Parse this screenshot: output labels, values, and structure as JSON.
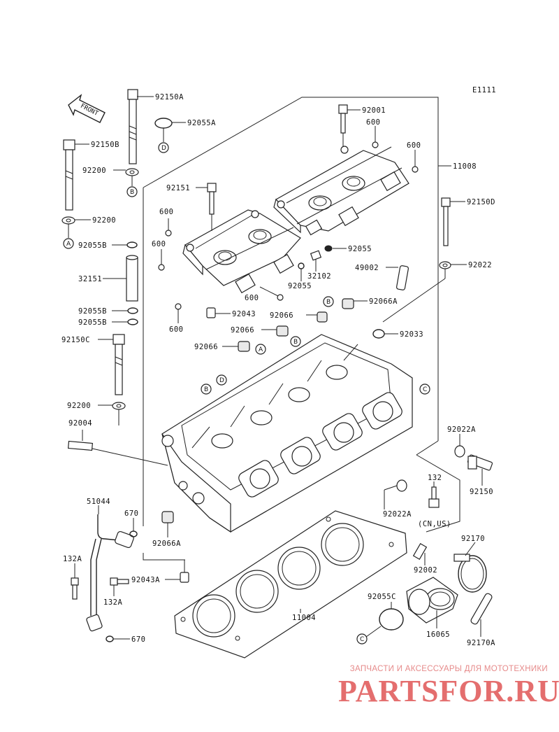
{
  "figure_code": "E1111",
  "front_label": "FRONT",
  "watermark": {
    "tagline": "ЗАПЧАСТИ И АКСЕССУАРЫ ДЛЯ МОТОТЕХНИКИ",
    "logo": "PARTSFOR.RU"
  },
  "callouts": {
    "p92150A": "92150A",
    "p92055A": "92055A",
    "p92150B": "92150B",
    "p92200_1": "92200",
    "p92200_2": "92200",
    "p92055B_1": "92055B",
    "p32151": "32151",
    "p92055B_2": "92055B",
    "p92055B_3": "92055B",
    "p92150C": "92150C",
    "p92200_3": "92200",
    "p92004": "92004",
    "p92001": "92001",
    "p600_1": "600",
    "p600_2": "600",
    "p11008": "11008",
    "p92151": "92151",
    "p600_3": "600",
    "p600_4": "600",
    "p92055": "92055",
    "p32102": "32102",
    "p92055_b": "92055",
    "p49002": "49002",
    "p600_5": "600",
    "p92043": "92043",
    "p600_6": "600",
    "p92150D": "92150D",
    "p92022": "92022",
    "p92066_1": "92066",
    "p92066A_1": "92066A",
    "p92066_2": "92066",
    "p92033": "92033",
    "p92066_3": "92066",
    "p92022A_1": "92022A",
    "p132_1": "132",
    "p92022A_2": "92022A",
    "cn_us": "(CN,US)",
    "p92150": "92150",
    "p51044": "51044",
    "p670_1": "670",
    "p92066A_2": "92066A",
    "p132A_1": "132A",
    "p92043A": "92043A",
    "p132A_2": "132A",
    "p670_2": "670",
    "p11004": "11004",
    "p92002": "92002",
    "p92170": "92170",
    "p92055C": "92055C",
    "p16065": "16065",
    "p92170A": "92170A"
  },
  "ref_letters": {
    "D1": "D",
    "B1": "B",
    "A1": "A",
    "B2": "B",
    "A2": "A",
    "B3": "B",
    "B4": "B",
    "D2": "D",
    "C1": "C",
    "C2": "C"
  }
}
